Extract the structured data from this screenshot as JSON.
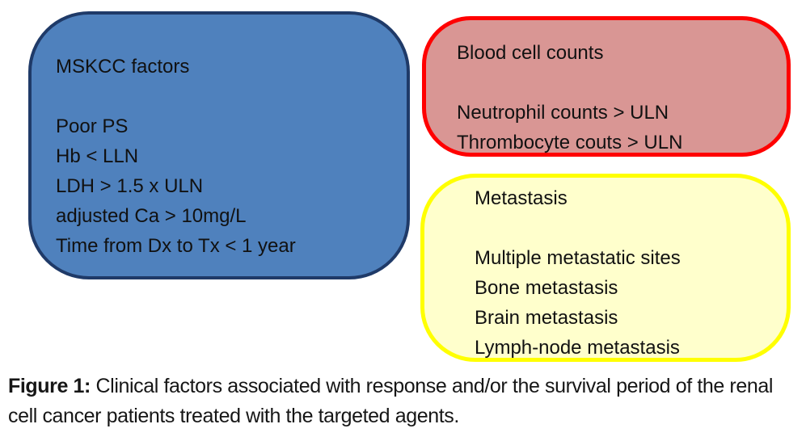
{
  "figure": {
    "boxes": [
      {
        "id": "mskcc-factors",
        "title": "MSKCC factors",
        "items": [
          "Poor PS",
          "Hb < LLN",
          "LDH > 1.5 x ULN",
          "adjusted Ca > 10mg/L",
          "Time from Dx to Tx < 1 year"
        ],
        "fill_color": "#4f81bd",
        "border_color": "#1f3a68"
      },
      {
        "id": "blood-cell-counts",
        "title": "Blood cell counts",
        "items": [
          "Neutrophil counts > ULN",
          "Thrombocyte couts > ULN"
        ],
        "fill_color": "#d99694",
        "border_color": "#ff0000"
      },
      {
        "id": "metastasis",
        "title": "Metastasis",
        "items": [
          "Multiple metastatic sites",
          "Bone metastasis",
          "Brain metastasis",
          "Lymph-node metastasis"
        ],
        "fill_color": "#ffffcc",
        "border_color": "#ffff00"
      }
    ],
    "caption": {
      "label": "Figure 1:",
      "text": " Clinical factors associated with response and/or the survival period of the renal cell cancer patients treated with the targeted agents."
    }
  }
}
